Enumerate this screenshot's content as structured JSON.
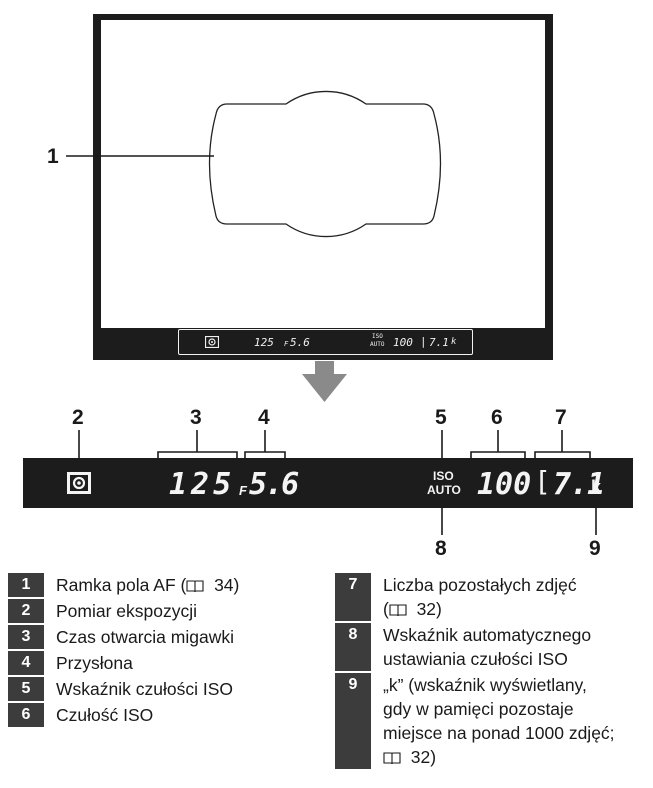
{
  "callouts": {
    "c1": "1",
    "c2": "2",
    "c3": "3",
    "c4": "4",
    "c5": "5",
    "c6": "6",
    "c7": "7",
    "c8": "8",
    "c9": "9"
  },
  "viewfinder_info": {
    "shutter": "125",
    "f_prefix": "F",
    "aperture": "5.6",
    "iso_top": "ISO",
    "iso_bottom": "AUTO",
    "iso_value": "100",
    "shots": "7.1",
    "k": "k"
  },
  "lcd": {
    "shutter": "125",
    "f_prefix": "F",
    "aperture": "5.6",
    "iso_top": "ISO",
    "iso_bottom": "AUTO",
    "iso_value": "100",
    "bracket": "[",
    "shots": "7.1",
    "k": "k"
  },
  "legend_left": [
    {
      "num": "1",
      "lines": [
        "Ramka pola AF (",
        "34)"
      ]
    },
    {
      "num": "2",
      "lines": [
        "Pomiar ekspozycji"
      ]
    },
    {
      "num": "3",
      "lines": [
        "Czas otwarcia migawki"
      ]
    },
    {
      "num": "4",
      "lines": [
        "Przysłona"
      ]
    },
    {
      "num": "5",
      "lines": [
        "Wskaźnik czułości ISO"
      ]
    },
    {
      "num": "6",
      "lines": [
        "Czułość ISO"
      ]
    }
  ],
  "legend_right": [
    {
      "num": "7",
      "l1": "Liczba pozostałych zdjęć",
      "l2": "32)"
    },
    {
      "num": "8",
      "l1": "Wskaźnik automatycznego",
      "l2": "ustawiania czułości ISO"
    },
    {
      "num": "9",
      "l1": "„k” (wskaźnik wyświetlany,",
      "l2": "gdy w pamięci pozostaje",
      "l3": "miejsce na ponad 1000 zdjęć;",
      "l4": "32)"
    }
  ],
  "icons": [
    "book-icon",
    "metering-icon",
    "down-arrow-icon",
    "af-frame-icon"
  ],
  "colors": {
    "lcd_bg": "#1c1c1c",
    "number_box": "#3c3c3c",
    "arrow": "#8a8a8a"
  }
}
